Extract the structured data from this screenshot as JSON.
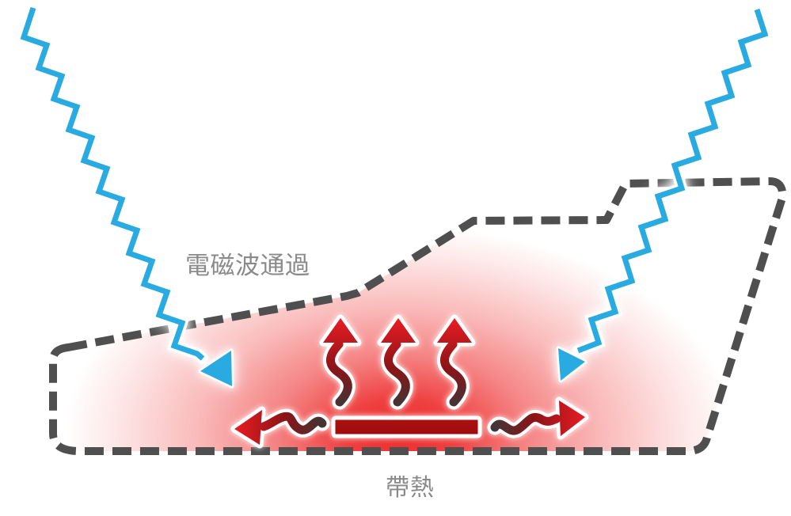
{
  "diagram": {
    "kind": "heat-and-electromagnetic-wave illustration",
    "labels": {
      "em_wave": "電磁波通過",
      "heat": "帶熱"
    },
    "colors": {
      "background": "#FFFFFF",
      "wave_blue": "#29ABE2",
      "outline_gray": "#4F4F4F",
      "label_gray": "#8A8A8A",
      "heat_red": "#ED1C24",
      "heat_mid": "#8C1417",
      "heat_dark": "#3C3738",
      "bar_fill": "#9C0C0E",
      "glow_center": "#ED2B2B"
    },
    "icons": {
      "em_wave_left": "zigzag-wave-arrow-down-left",
      "em_wave_right": "zigzag-wave-arrow-down-right",
      "heat_rise": "three-wavy-arrows-up",
      "heat_spread_left": "wavy-arrow-left",
      "heat_spread_right": "wavy-arrow-right",
      "heat_source": "red-bar-heating-element",
      "enclosure": "dashed-rounded-outline-with-red-glow"
    }
  }
}
